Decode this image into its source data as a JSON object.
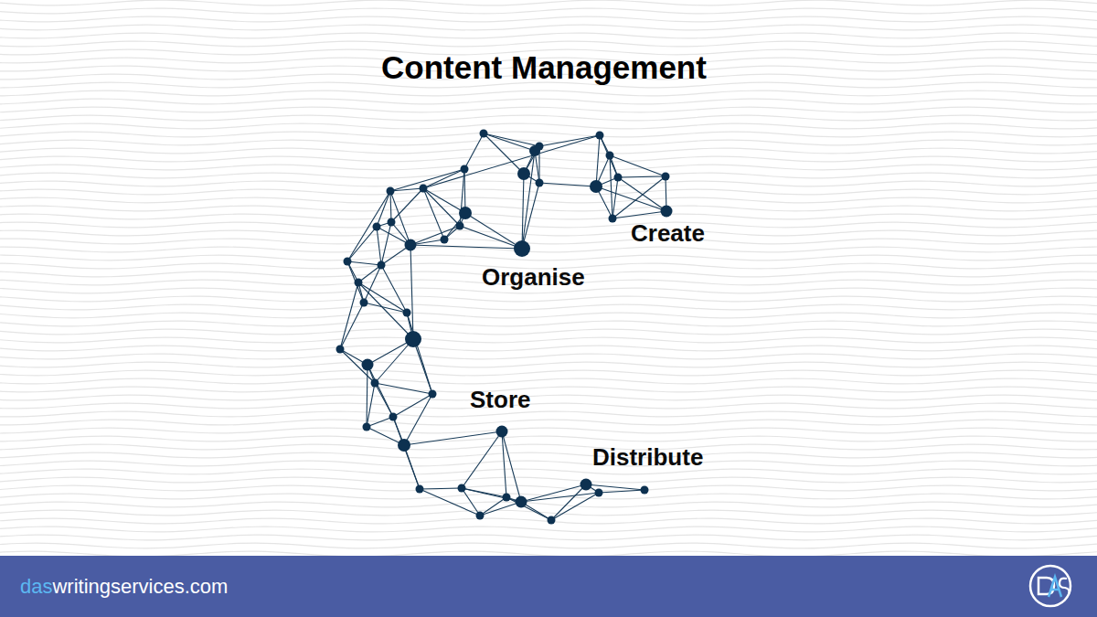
{
  "diagram": {
    "title": "Content Management",
    "labels": [
      "Create",
      "Organise",
      "Store",
      "Distribute",
      "das",
      "writingservices.com"
    ]
  }
}
